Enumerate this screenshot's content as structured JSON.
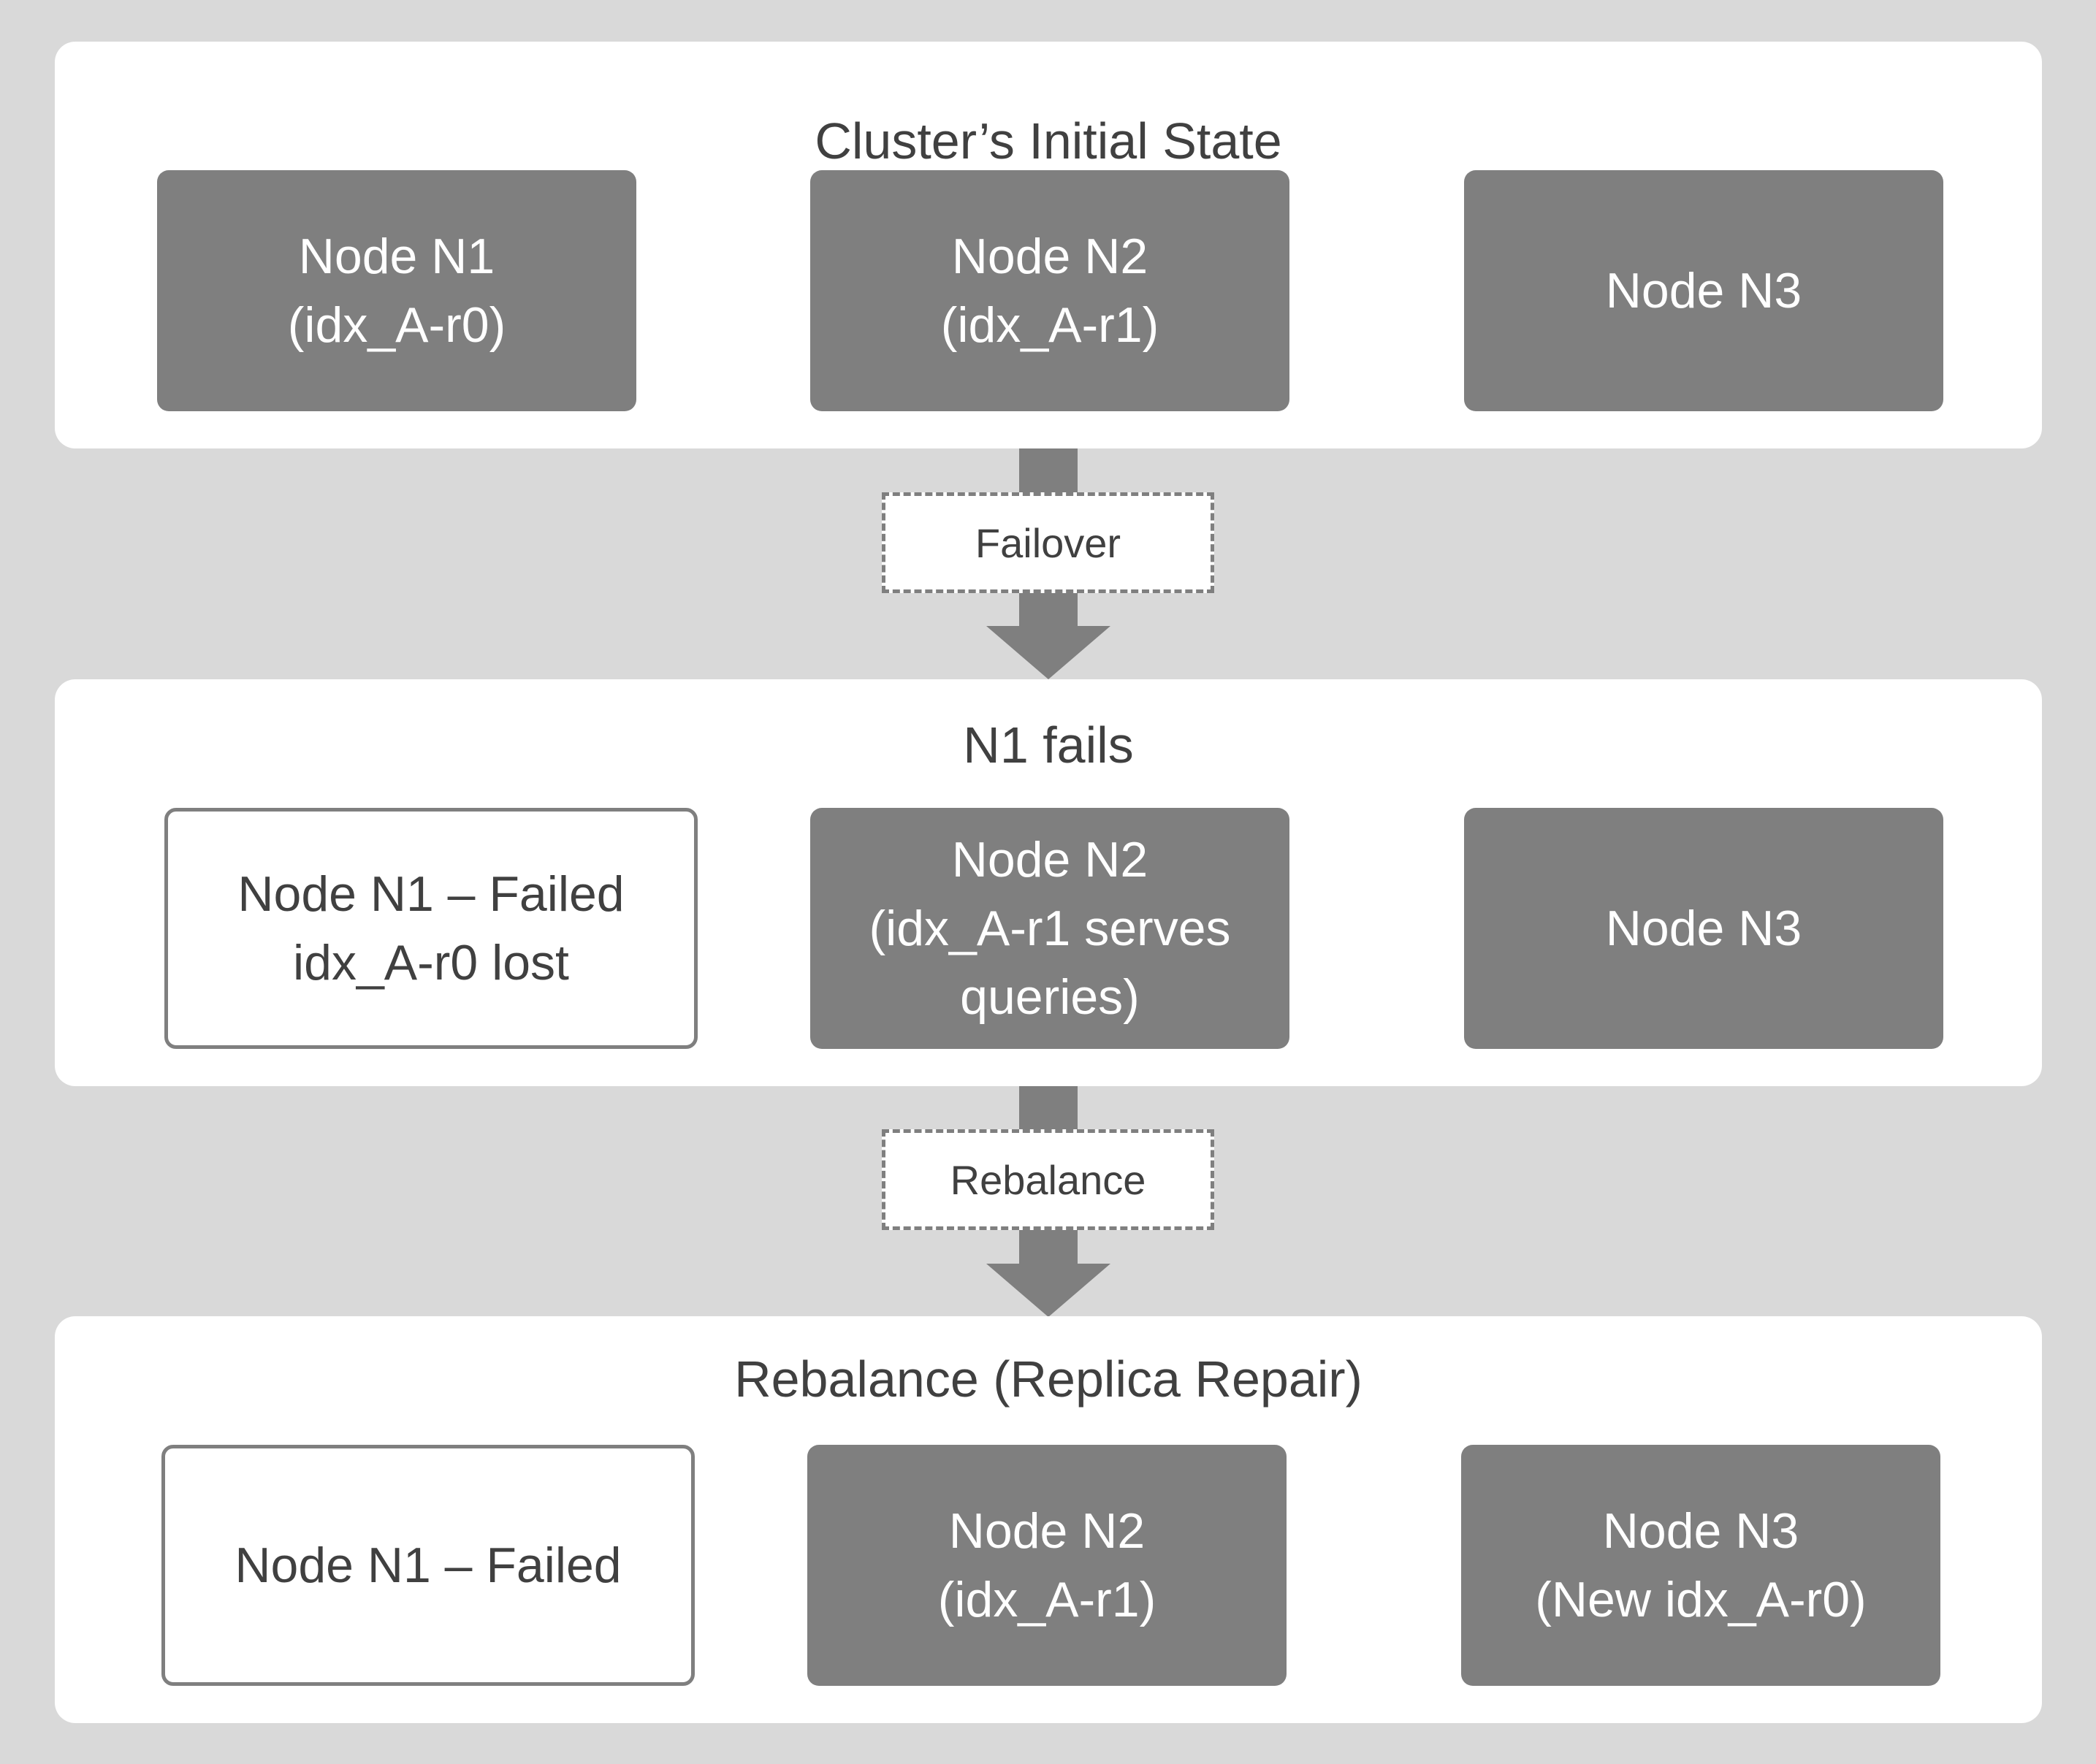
{
  "panels": [
    {
      "title": "Cluster’s Initial State",
      "nodes": [
        {
          "state": "active",
          "lines": [
            "Node N1",
            "(idx_A-r0)"
          ]
        },
        {
          "state": "active",
          "lines": [
            "Node N2",
            "(idx_A-r1)"
          ]
        },
        {
          "state": "active",
          "lines": [
            "Node N3"
          ]
        }
      ]
    },
    {
      "title": "N1 fails",
      "nodes": [
        {
          "state": "failed",
          "lines": [
            "Node N1 – Failed",
            "idx_A-r0 lost"
          ]
        },
        {
          "state": "active",
          "lines": [
            "Node N2",
            "(idx_A-r1 serves",
            "queries)"
          ]
        },
        {
          "state": "active",
          "lines": [
            "Node N3"
          ]
        }
      ]
    },
    {
      "title": "Rebalance (Replica Repair)",
      "nodes": [
        {
          "state": "failed",
          "lines": [
            "Node N1 – Failed"
          ]
        },
        {
          "state": "active",
          "lines": [
            "Node N2",
            "(idx_A-r1)"
          ]
        },
        {
          "state": "active",
          "lines": [
            "Node N3",
            "(New idx_A-r0)"
          ]
        }
      ]
    }
  ],
  "transitions": [
    {
      "label": "Failover"
    },
    {
      "label": "Rebalance"
    }
  ],
  "colors": {
    "background": "#d9d9d9",
    "panel": "#ffffff",
    "active_node": "#7f7f7f",
    "failed_border": "#7f7f7f",
    "text_dark": "#404040",
    "text_light": "#ffffff",
    "arrow": "#7f7f7f"
  }
}
